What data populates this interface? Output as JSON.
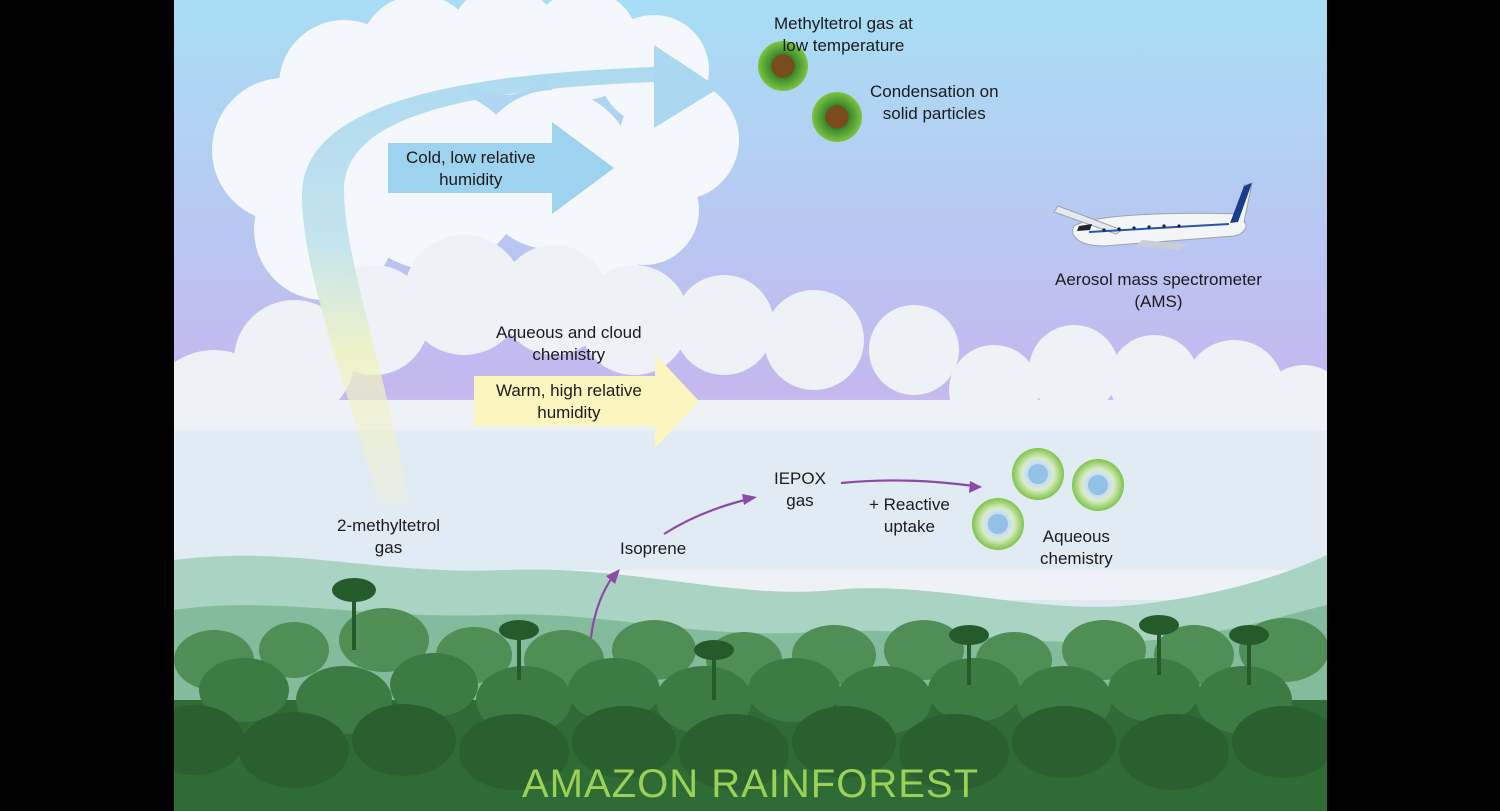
{
  "colors": {
    "sky_top": "#a8def5",
    "sky_bottom": "#c4b8ef",
    "cold_arrow": "#9ed3ef",
    "warm_arrow": "#fbf6bf",
    "purple_arrow": "#8a4aa6",
    "forest_dark": "#2f6b35",
    "title": "#9bd156"
  },
  "labels": {
    "methyltetrol_low_temp": [
      "Methyltetrol gas at",
      "low temperature"
    ],
    "condensation": [
      "Condensation on",
      "solid particles"
    ],
    "cold_humidity": [
      "Cold, low relative",
      "humidity"
    ],
    "ams": [
      "Aerosol mass spectrometer",
      "(AMS)"
    ],
    "aqueous_cloud": [
      "Aqueous and cloud",
      "chemistry"
    ],
    "warm_humidity": [
      "Warm, high relative",
      "humidity"
    ],
    "methyltetrol_gas": [
      "2-methyltetrol",
      "gas"
    ],
    "isoprene": [
      "Isoprene"
    ],
    "iepox": [
      "IEPOX",
      "gas"
    ],
    "reactive_uptake": [
      "+ Reactive",
      "uptake"
    ],
    "aqueous_chemistry": [
      "Aqueous",
      "chemistry"
    ]
  },
  "title": "AMAZON RAINFOREST",
  "icons": {
    "solid_particle": "solid-particle-icon",
    "aqueous_particle": "aqueous-particle-icon",
    "airplane": "airplane-icon"
  }
}
